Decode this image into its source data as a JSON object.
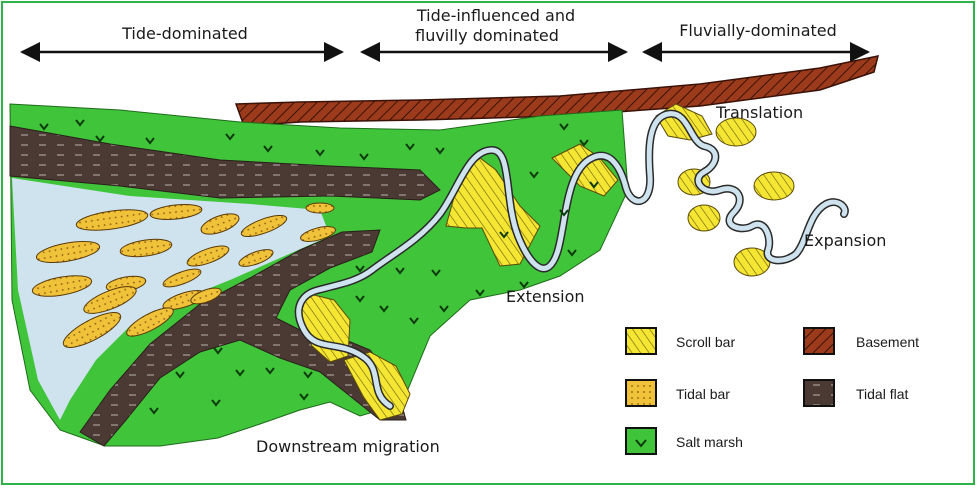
{
  "zones": [
    {
      "line1": "Tide-dominated",
      "line2": ""
    },
    {
      "line1": "Tide-influenced and",
      "line2": "fluvilly dominated"
    },
    {
      "line1": "Fluvially-dominated",
      "line2": ""
    }
  ],
  "labels": {
    "translation": "Translation",
    "expansion": "Expansion",
    "extension": "Extension",
    "downstream": "Downstream migration"
  },
  "legend": [
    {
      "name": "Scroll bar",
      "icon": "scroll-bar-swatch"
    },
    {
      "name": "Basement",
      "icon": "basement-swatch"
    },
    {
      "name": "Tidal bar",
      "icon": "tidal-bar-swatch"
    },
    {
      "name": "Tidal flat",
      "icon": "tidal-flat-swatch"
    },
    {
      "name": "Salt marsh",
      "icon": "salt-marsh-swatch"
    }
  ],
  "colors": {
    "frame": "#2db34a",
    "salt_marsh": "#3fc43a",
    "tidal_flat": "#4a3a33",
    "water": "#cfe3ef",
    "scroll_bar": "#f4e632",
    "tidal_bar": "#f0c23a",
    "basement": "#9c3a1c"
  }
}
